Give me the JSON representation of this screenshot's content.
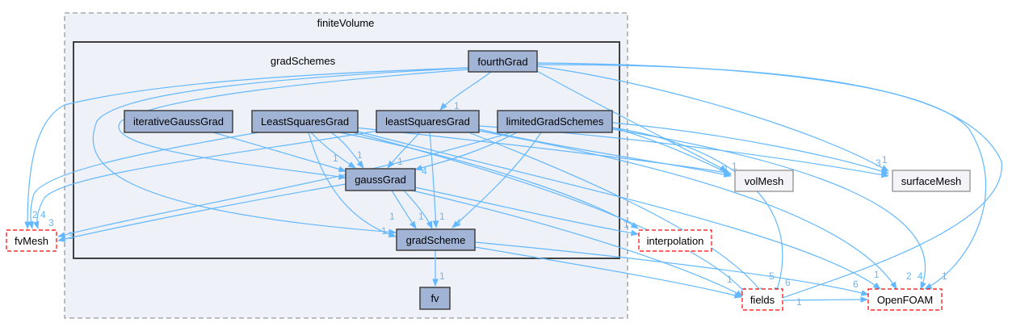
{
  "clusters": {
    "outer": "finiteVolume",
    "inner": "gradSchemes"
  },
  "nodes": {
    "fourthGrad": "fourthGrad",
    "iterativeGaussGrad": "iterativeGaussGrad",
    "LeastSquaresGrad": "LeastSquaresGrad",
    "leastSquaresGrad": "leastSquaresGrad",
    "limitedGradSchemes": "limitedGradSchemes",
    "gaussGrad": "gaussGrad",
    "gradScheme": "gradScheme",
    "fv": "fv",
    "fvMesh": "fvMesh",
    "volMesh": "volMesh",
    "surfaceMesh": "surfaceMesh",
    "interpolation": "interpolation",
    "fields": "fields",
    "OpenFOAM": "OpenFOAM"
  },
  "edge_labels": {
    "e1": "1",
    "e2": "1",
    "e3": "1",
    "e4": "1",
    "e5": "4",
    "e6": "1",
    "e7": "1",
    "e8": "4",
    "e9": "1",
    "e10": "1",
    "e11": "1",
    "e12": "1",
    "e13": "5",
    "e14": "6",
    "e15": "2",
    "e16": "4",
    "e17": "1",
    "e18": "3",
    "e19": "2",
    "e20": "4",
    "e21": "3",
    "e22": "3",
    "e23": "3",
    "e24": "1",
    "e25": "1",
    "e26": "6",
    "e27": "1",
    "e28": "1",
    "e29": "1"
  },
  "colors": {
    "edge": "#63b8ff",
    "dir_node_fill": "#a2b4d6",
    "dir_node_border": "#404040",
    "outer_cluster_fill": "#eef1f8",
    "ext_node_border": "#ff0000",
    "plain_node_fill": "#f4f4f8",
    "plain_node_border": "#888888"
  }
}
